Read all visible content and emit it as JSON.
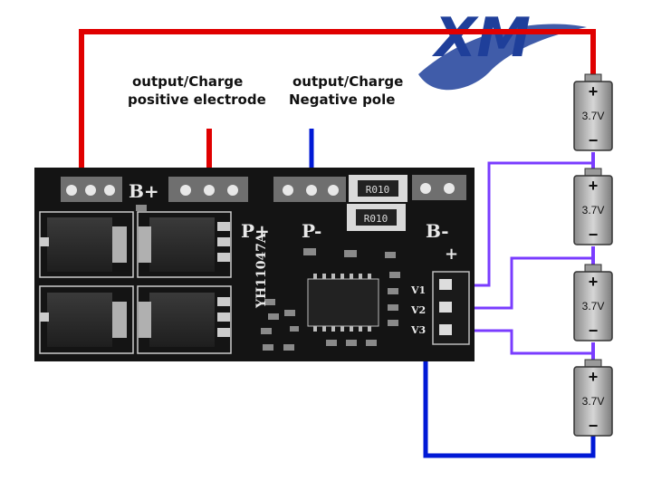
{
  "logo": {
    "text": "XM",
    "color": "#1f3f9a"
  },
  "labels": {
    "positive": {
      "line1": "output/Charge",
      "line2": "positive electrode"
    },
    "negative": {
      "line1": "output/Charge",
      "line2": "Negative pole"
    }
  },
  "board": {
    "color": "#141414",
    "silkscreen": {
      "b_plus": "B+",
      "p_plus": "P+",
      "p_minus": "P-",
      "b_minus": "B-",
      "model": "YH11047A",
      "plus": "+",
      "v1": "V1",
      "v2": "V2",
      "v3": "V3"
    },
    "resistor_text": "R010"
  },
  "battery": {
    "voltage": "3.7V",
    "plus_sign": "+",
    "minus_sign": "−",
    "count": 4
  },
  "wire_colors": {
    "positive": "#e00000",
    "negative": "#0019d6",
    "balance": "#7a3cff"
  }
}
